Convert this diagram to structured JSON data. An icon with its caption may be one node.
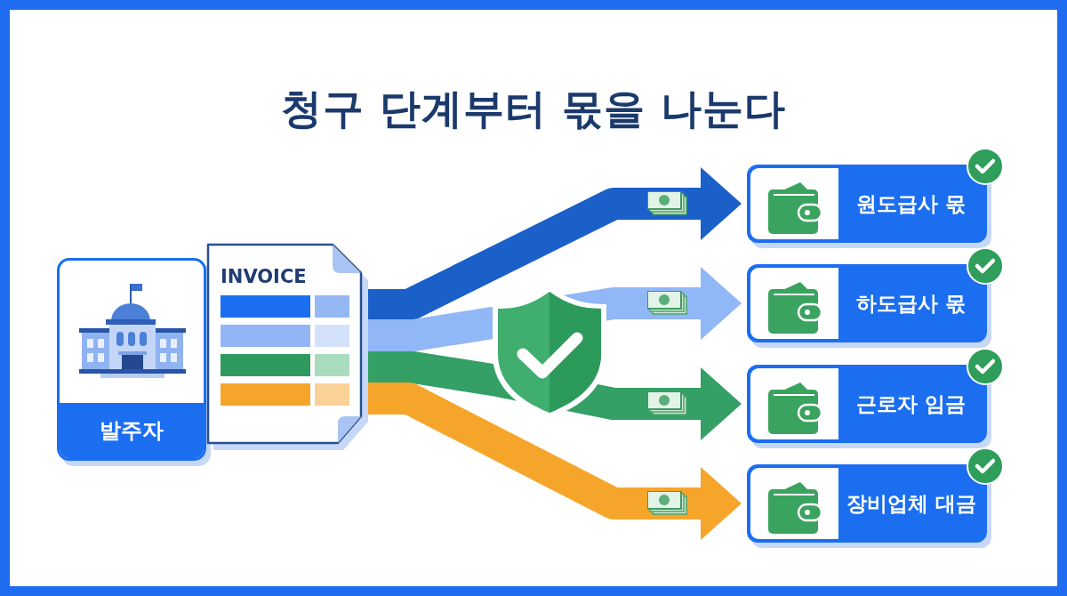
{
  "diagram": {
    "title": "청구 단계부터 몫을 나눈다",
    "nodes": [
      {
        "text": [
          "발주자"
        ]
      },
      {
        "text": [
          "INVOICE"
        ]
      },
      {
        "text": [
          "원도급사 몫"
        ]
      },
      {
        "text": [
          "하도급사 몫"
        ]
      },
      {
        "text": [
          "근로자 임금"
        ]
      },
      {
        "text": [
          "장비업체 대금"
        ]
      }
    ],
    "edges": [
      {
        "from": 1,
        "to": 2,
        "arrow": "to",
        "color": "#1b5fc9"
      },
      {
        "from": 1,
        "to": 3,
        "arrow": "to",
        "color": "#90b7f6"
      },
      {
        "from": 1,
        "to": 4,
        "arrow": "to",
        "color": "#34a066"
      },
      {
        "from": 1,
        "to": 5,
        "arrow": "to",
        "color": "#f6a52b"
      }
    ]
  }
}
